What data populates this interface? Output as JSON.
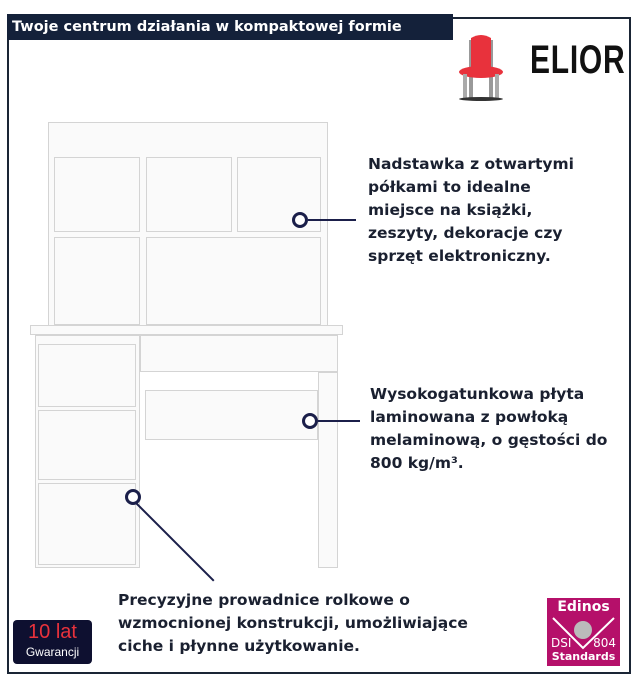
{
  "header": {
    "title": "Twoje centrum działania w kompaktowej formie"
  },
  "brand": {
    "name": "ELIOR",
    "accent": "#e8323c"
  },
  "features": [
    {
      "lines": [
        "Nadstawka z otwartymi",
        "półkami to idealne",
        "miejsce na książki,",
        "zeszyty, dekoracje czy",
        "sprzęt elektroniczny."
      ]
    },
    {
      "lines": [
        "Wysokogatunkowa płyta",
        "laminowana z powłoką",
        "melaminową, o gęstości do",
        "800 kg/m³."
      ]
    },
    {
      "lines": [
        "Precyzyjne prowadnice rolkowe o",
        "wzmocnionej konstrukcji, umożliwiające",
        "ciche i płynne użytkowanie."
      ]
    }
  ],
  "warranty": {
    "years": "10 lat",
    "label": "Gwarancji"
  },
  "certificate": {
    "name": "Edinos",
    "left": "DSI",
    "right": "804",
    "bottom": "Standards"
  }
}
